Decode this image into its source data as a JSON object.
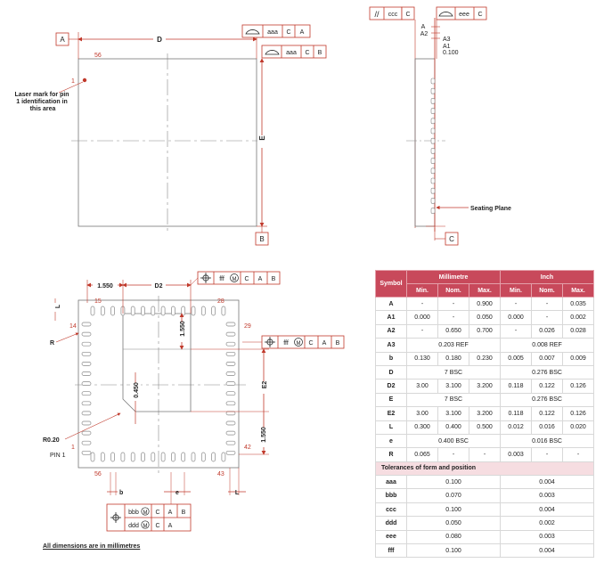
{
  "top_view": {
    "datum_a": "A",
    "datum_b": "B",
    "dim_d": "D",
    "dim_e": "E",
    "pin_1": "1",
    "pin_56": "56",
    "laser_note": [
      "Laser mark for pin",
      "1 identification in",
      "this area"
    ],
    "fcf1": [
      "aaa",
      "C",
      "A"
    ],
    "fcf2": [
      "aaa",
      "C",
      "B"
    ]
  },
  "side_view": {
    "fcf_left": [
      "ccc",
      "C"
    ],
    "fcf_right": [
      "eee",
      "C"
    ],
    "labels": [
      "A",
      "A2",
      "A3",
      "A1",
      "0.100"
    ],
    "seating_plane": "Seating Plane",
    "datum_c": "C"
  },
  "bottom_view": {
    "dims": {
      "e1": "1.550",
      "d2": "D2",
      "l": "L",
      "r": "R",
      "v1550": "1.550",
      "v0450": "0.450",
      "e2": "E2",
      "v1550b": "1.550",
      "r020": "R0.20",
      "b": "b",
      "e": "e",
      "l2": "L"
    },
    "pins": {
      "p15": "15",
      "p28": "28",
      "p14": "14",
      "p29": "29",
      "p1": "1",
      "p42": "42",
      "p56": "56",
      "p43": "43"
    },
    "pin1_label": "PIN 1",
    "fcf_top": [
      "fff",
      "C",
      "A",
      "B"
    ],
    "fcf_right": [
      "fff",
      "C",
      "A",
      "B"
    ],
    "fcf_bottom_1": [
      "bbb",
      "C",
      "A",
      "B"
    ],
    "fcf_bottom_2": [
      "ddd",
      "C",
      "A"
    ]
  },
  "table": {
    "h_symbol": "Symbol",
    "h_mm": "Millimetre",
    "h_in": "Inch",
    "h_min": "Min.",
    "h_nom": "Nom.",
    "h_max": "Max.",
    "rows": [
      {
        "s": "A",
        "c": [
          "-",
          "-",
          "0.900",
          "-",
          "-",
          "0.035"
        ]
      },
      {
        "s": "A1",
        "c": [
          "0.000",
          "-",
          "0.050",
          "0.000",
          "-",
          "0.002"
        ]
      },
      {
        "s": "A2",
        "c": [
          "-",
          "0.650",
          "0.700",
          "-",
          "0.026",
          "0.028"
        ]
      },
      {
        "s": "A3",
        "mm": "0.203 REF",
        "in": "0.008 REF"
      },
      {
        "s": "b",
        "c": [
          "0.130",
          "0.180",
          "0.230",
          "0.005",
          "0.007",
          "0.009"
        ]
      },
      {
        "s": "D",
        "mm": "7 BSC",
        "in": "0.276 BSC"
      },
      {
        "s": "D2",
        "c": [
          "3.00",
          "3.100",
          "3.200",
          "0.118",
          "0.122",
          "0.126"
        ]
      },
      {
        "s": "E",
        "mm": "7 BSC",
        "in": "0.276 BSC"
      },
      {
        "s": "E2",
        "c": [
          "3.00",
          "3.100",
          "3.200",
          "0.118",
          "0.122",
          "0.126"
        ]
      },
      {
        "s": "L",
        "c": [
          "0.300",
          "0.400",
          "0.500",
          "0.012",
          "0.016",
          "0.020"
        ]
      },
      {
        "s": "e",
        "mm": "0.400 BSC",
        "in": "0.016 BSC"
      },
      {
        "s": "R",
        "c": [
          "0.065",
          "-",
          "-",
          "0.003",
          "-",
          "-"
        ]
      }
    ],
    "tol_title": "Tolerances of form and position",
    "tol_rows": [
      {
        "s": "aaa",
        "mm": "0.100",
        "in": "0.004"
      },
      {
        "s": "bbb",
        "mm": "0.070",
        "in": "0.003"
      },
      {
        "s": "ccc",
        "mm": "0.100",
        "in": "0.004"
      },
      {
        "s": "ddd",
        "mm": "0.050",
        "in": "0.002"
      },
      {
        "s": "eee",
        "mm": "0.080",
        "in": "0.003"
      },
      {
        "s": "fff",
        "mm": "0.100",
        "in": "0.004"
      }
    ]
  },
  "footnote": "All dimensions are in millimetres"
}
